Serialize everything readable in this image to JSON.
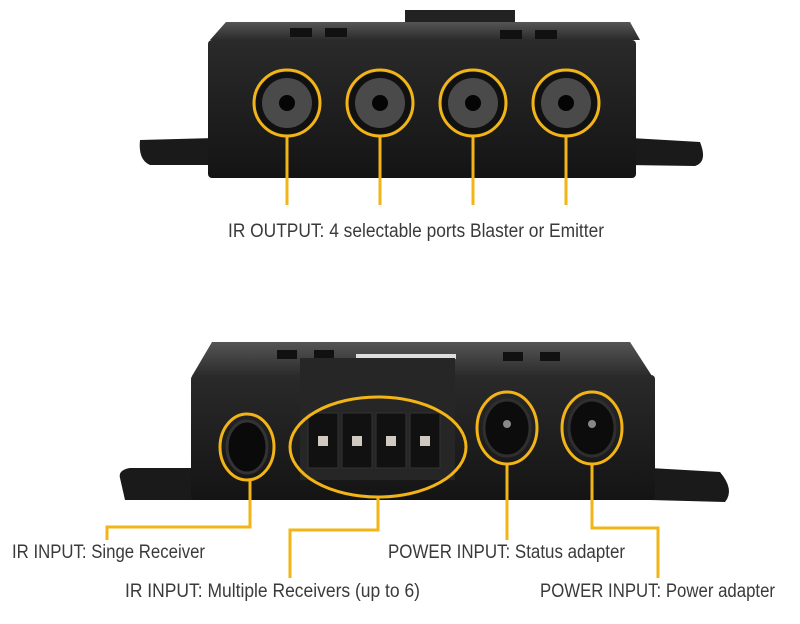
{
  "colors": {
    "annotation": "#f2b417",
    "device": "#1c1c1c",
    "text": "#3a3a3a"
  },
  "top_view": {
    "label": "IR OUTPUT: 4 selectable ports Blaster or Emitter",
    "port_count": 4
  },
  "bottom_view": {
    "labels": {
      "single_receiver": "IR INPUT: Singe Receiver",
      "multiple_receivers": "IR INPUT: Multiple Receivers (up to 6)",
      "status_adapter": "POWER INPUT: Status adapter",
      "power_adapter": "POWER INPUT: Power adapter"
    }
  }
}
